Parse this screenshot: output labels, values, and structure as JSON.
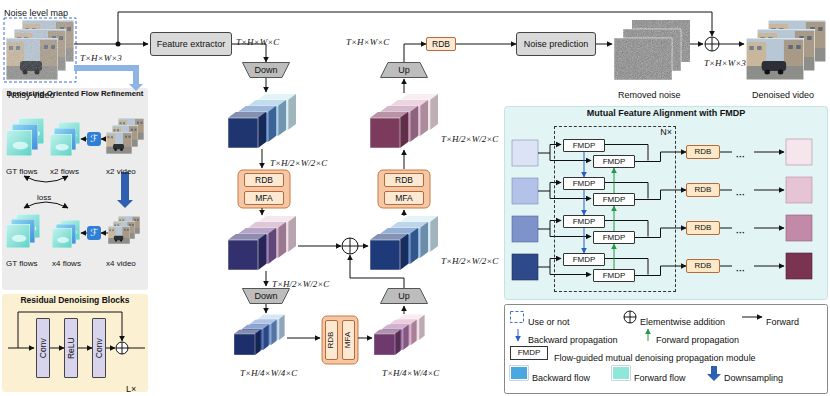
{
  "diagram": {
    "nodes": [
      {
        "text": [
          "Feature extractor"
        ]
      },
      {
        "text": [
          "Down"
        ]
      },
      {
        "text": [
          "RDB"
        ]
      },
      {
        "text": [
          "MFA"
        ]
      },
      {
        "text": [
          "Down"
        ]
      },
      {
        "text": [
          "RDB"
        ]
      },
      {
        "text": [
          "MFA"
        ]
      },
      {
        "text": [
          "Up"
        ]
      },
      {
        "text": [
          "RDB"
        ]
      },
      {
        "text": [
          "MFA"
        ]
      },
      {
        "text": [
          "Up"
        ]
      },
      {
        "text": [
          "RDB"
        ]
      },
      {
        "text": [
          "Noise prediction"
        ]
      },
      {
        "text": [
          "Denoising-Oriented Flow Refinement"
        ]
      },
      {
        "text": [
          "ℱ"
        ],
        "in": 13
      },
      {
        "text": [
          "ℱ"
        ],
        "in": 13
      },
      {
        "text": [
          "Residual Denoising Blocks"
        ]
      },
      {
        "text": [
          "Conv"
        ],
        "in": 16
      },
      {
        "text": [
          "ReLU"
        ],
        "in": 16
      },
      {
        "text": [
          "Conv"
        ],
        "in": 16
      },
      {
        "text": [
          "Mutual Feature Alignment with FMDP"
        ]
      },
      {
        "text": [
          "N×"
        ],
        "in": 20
      },
      {
        "text": [
          "FMDP"
        ],
        "in": 21
      },
      {
        "text": [
          "FMDP"
        ],
        "in": 21
      },
      {
        "text": [
          "FMDP"
        ],
        "in": 21
      },
      {
        "text": [
          "FMDP"
        ],
        "in": 21
      },
      {
        "text": [
          "FMDP"
        ],
        "in": 21
      },
      {
        "text": [
          "FMDP"
        ],
        "in": 21
      },
      {
        "text": [
          "FMDP"
        ],
        "in": 21
      },
      {
        "text": [
          "FMDP"
        ],
        "in": 21
      },
      {
        "text": [
          "RDB"
        ],
        "in": 20
      },
      {
        "text": [
          "RDB"
        ],
        "in": 20
      },
      {
        "text": [
          "RDB"
        ],
        "in": 20
      },
      {
        "text": [
          "RDB"
        ],
        "in": 20
      }
    ],
    "edges": [
      {
        "from": 0,
        "to": 1,
        "arrow": "to"
      },
      {
        "from": 10,
        "to": 11,
        "arrow": "to"
      },
      {
        "from": 11,
        "to": 12,
        "arrow": "to"
      },
      {
        "from": 17,
        "to": 18,
        "arrow": "to"
      },
      {
        "from": 18,
        "to": 19,
        "arrow": "to"
      },
      {
        "from": 22,
        "to": 24,
        "arrow": "to"
      },
      {
        "from": 24,
        "to": 26,
        "arrow": "to"
      },
      {
        "from": 26,
        "to": 28,
        "arrow": "to"
      },
      {
        "from": 29,
        "to": 27,
        "arrow": "to"
      },
      {
        "from": 27,
        "to": 25,
        "arrow": "to"
      },
      {
        "from": 25,
        "to": 23,
        "arrow": "to"
      },
      {
        "from": 23,
        "to": 30,
        "arrow": "to"
      },
      {
        "from": 25,
        "to": 31,
        "arrow": "to"
      },
      {
        "from": 27,
        "to": 32,
        "arrow": "to"
      },
      {
        "from": 29,
        "to": 33,
        "arrow": "to"
      }
    ],
    "labels": [
      "Noise level map",
      "Noisy video",
      "T×H×W×3",
      "T×H×W×C",
      "T×H/2×W/2×C",
      "T×H/2×W/2×C",
      "T×H/4×W/4×C",
      "T×H/4×W/4×C",
      "T×H/2×W/2×C",
      "T×H/2×W/2×C",
      "T×H×W×C",
      "Removed noise",
      "T×H×W×3",
      "Denoised video",
      "GT flows",
      "x2 flows",
      "x2 video",
      "loss",
      "GT flows",
      "x4 flows",
      "x4 video",
      "L×",
      "···",
      "···",
      "···",
      "···",
      "FMDP"
    ],
    "legend": [
      {
        "text": "Use or not"
      },
      {
        "text": "Elementwise addition"
      },
      {
        "text": "Forward"
      },
      {
        "text": "Backward propagation"
      },
      {
        "text": "Forward propagation"
      },
      {
        "text": "Flow-guided mutual denoising propagation module"
      },
      {
        "text": "Backward flow",
        "color": "#4aa8e0"
      },
      {
        "text": "Forward flow",
        "color": "#8fe6da"
      },
      {
        "text": "Downsampling"
      }
    ]
  }
}
